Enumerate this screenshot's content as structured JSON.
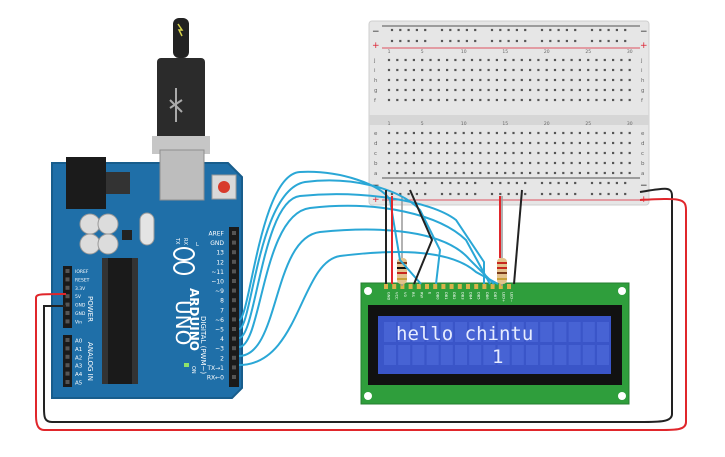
{
  "arduino": {
    "brand": "ARDUINO",
    "model": "UNO",
    "on_label": "ON",
    "tx_led": "TX",
    "rx_led": "RX",
    "l_led": "L",
    "digital_header_label": "DIGITAL (PWM~)",
    "power_header_label": "POWER",
    "analog_header_label": "ANALOG IN",
    "digital_pins": [
      "AREF",
      "GND",
      "13",
      "12",
      "~11",
      "~10",
      "~9",
      "8",
      "7",
      "~6",
      "~5",
      "4",
      "~3",
      "2",
      "TX→1",
      "RX←0"
    ],
    "power_pins": [
      "IOREF",
      "RESET",
      "3.3V",
      "5V",
      "GND",
      "GND",
      "Vin"
    ],
    "analog_pins": [
      "A0",
      "A1",
      "A2",
      "A3",
      "A4",
      "A5"
    ]
  },
  "breadboard": {
    "column_numbers": [
      "1",
      "5",
      "10",
      "15",
      "20",
      "25",
      "30"
    ],
    "row_letters_top": [
      "j",
      "i",
      "h",
      "g",
      "f"
    ],
    "row_letters_bottom": [
      "e",
      "d",
      "c",
      "b",
      "a"
    ],
    "rail_minus": "−",
    "rail_plus": "+"
  },
  "lcd": {
    "line1": "hello chintu",
    "line2": "1",
    "pins": [
      "GND",
      "VCC",
      "V0",
      "RS",
      "RW",
      "E",
      "DB0",
      "DB1",
      "DB2",
      "DB3",
      "DB4",
      "DB5",
      "DB6",
      "DB7",
      "LED+",
      "LED−"
    ],
    "backlight_color": "#3a55c8",
    "text_color": "#e6ecff"
  },
  "colors": {
    "board": "#1f6fa8",
    "wire_blue": "#2aa7d6",
    "wire_red": "#e0262b",
    "wire_black": "#222222",
    "lcd_pcb": "#2f9e3c"
  }
}
